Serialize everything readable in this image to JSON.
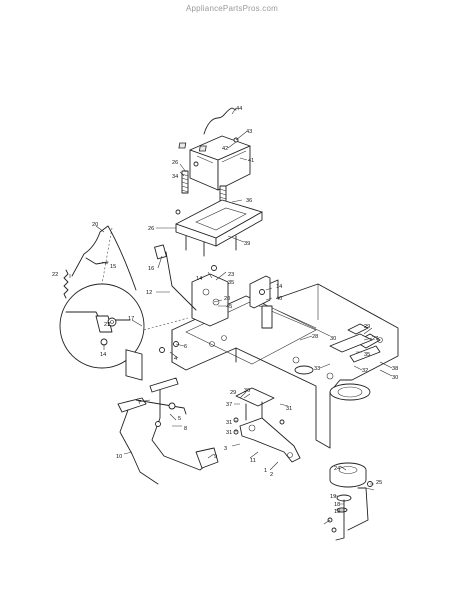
{
  "watermark": "AppliancePartsPros.com",
  "callouts": [
    {
      "id": "c44",
      "text": "44"
    },
    {
      "id": "c43",
      "text": "43"
    },
    {
      "id": "c42",
      "text": "42"
    },
    {
      "id": "c41",
      "text": "41"
    },
    {
      "id": "c26a",
      "text": "26"
    },
    {
      "id": "c34",
      "text": "34"
    },
    {
      "id": "c36",
      "text": "36"
    },
    {
      "id": "c26b",
      "text": "26"
    },
    {
      "id": "c39",
      "text": "39"
    },
    {
      "id": "c20a",
      "text": "20"
    },
    {
      "id": "c22",
      "text": "22"
    },
    {
      "id": "c15",
      "text": "15"
    },
    {
      "id": "c16",
      "text": "16"
    },
    {
      "id": "c14a",
      "text": "14"
    },
    {
      "id": "c23",
      "text": "23"
    },
    {
      "id": "c35a",
      "text": "35"
    },
    {
      "id": "c14b",
      "text": "14"
    },
    {
      "id": "c40",
      "text": "40"
    },
    {
      "id": "c12",
      "text": "12"
    },
    {
      "id": "c20b",
      "text": "20"
    },
    {
      "id": "c45",
      "text": "45"
    },
    {
      "id": "c17",
      "text": "17"
    },
    {
      "id": "c21",
      "text": "21"
    },
    {
      "id": "c14c",
      "text": "14"
    },
    {
      "id": "c6",
      "text": "6"
    },
    {
      "id": "c4",
      "text": "4"
    },
    {
      "id": "c28",
      "text": "28"
    },
    {
      "id": "c29a",
      "text": "29"
    },
    {
      "id": "c30a",
      "text": "30"
    },
    {
      "id": "c27",
      "text": "27"
    },
    {
      "id": "c35b",
      "text": "35"
    },
    {
      "id": "c33",
      "text": "33"
    },
    {
      "id": "c32",
      "text": "32"
    },
    {
      "id": "c38",
      "text": "38"
    },
    {
      "id": "c30b",
      "text": "30"
    },
    {
      "id": "c29b",
      "text": "29"
    },
    {
      "id": "c30c",
      "text": "30"
    },
    {
      "id": "c37",
      "text": "37"
    },
    {
      "id": "c31a",
      "text": "31"
    },
    {
      "id": "c31b",
      "text": "31"
    },
    {
      "id": "c31c",
      "text": "31"
    },
    {
      "id": "c7",
      "text": "7"
    },
    {
      "id": "c5",
      "text": "5"
    },
    {
      "id": "c8",
      "text": "8"
    },
    {
      "id": "c3",
      "text": "3"
    },
    {
      "id": "c11",
      "text": "11"
    },
    {
      "id": "c1",
      "text": "1"
    },
    {
      "id": "c10",
      "text": "10"
    },
    {
      "id": "c9",
      "text": "9"
    },
    {
      "id": "c2",
      "text": "2"
    },
    {
      "id": "c24",
      "text": "24"
    },
    {
      "id": "c25",
      "text": "25"
    },
    {
      "id": "c19",
      "text": "19"
    },
    {
      "id": "c18",
      "text": "18"
    },
    {
      "id": "c13",
      "text": "13"
    }
  ]
}
